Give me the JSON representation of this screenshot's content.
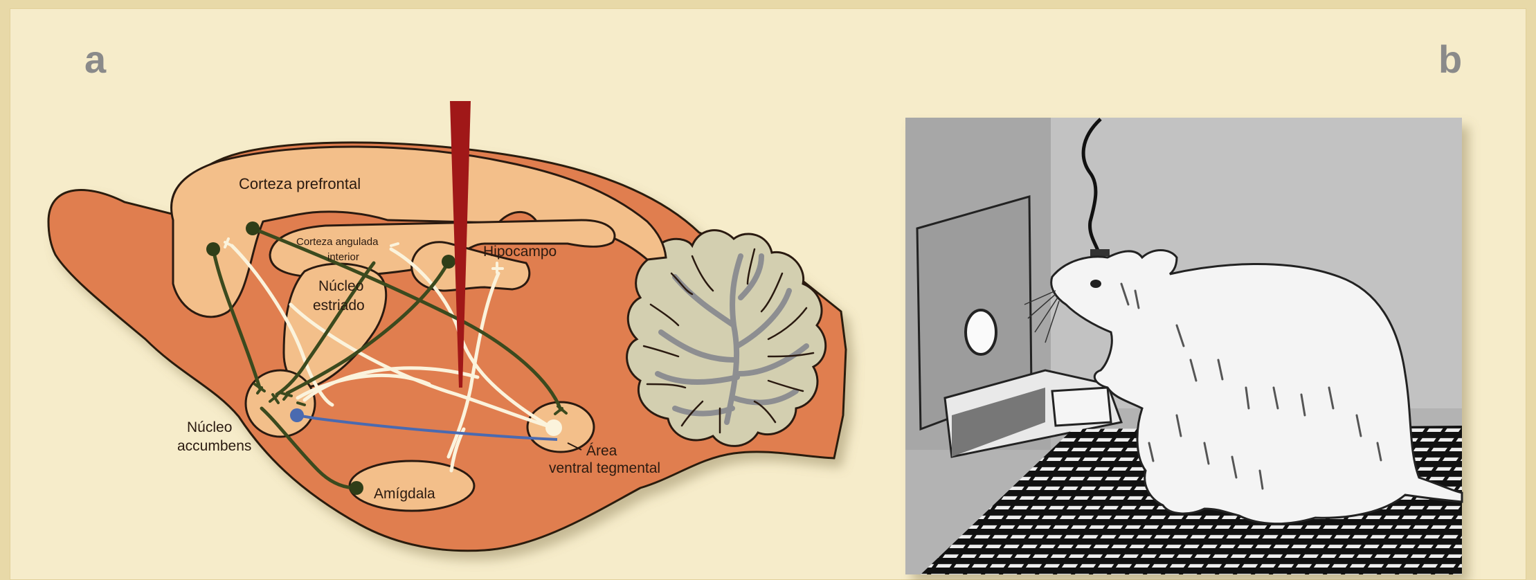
{
  "panels": {
    "a": {
      "letter": "a"
    },
    "b": {
      "letter": "b"
    }
  },
  "diagram": {
    "labels": {
      "prefrontal": "Corteza prefrontal",
      "cingulate_line1": "Corteza angulada",
      "cingulate_line2": "interior",
      "hippocampus": "Hipocampo",
      "striatum_line1": "Núcleo",
      "striatum_line2": "estriado",
      "accumbens_line1": "Núcleo",
      "accumbens_line2": "accumbens",
      "amygdala": "Amígdala",
      "vta_line1": "Área",
      "vta_line2": "ventral tegmental"
    },
    "colors": {
      "brain_body": "#e07e50",
      "regions": "#f3bf8a",
      "cerebellum": "#d3cfb0",
      "electrode": "#a01818",
      "glutamate_paths": "#3b4a1e",
      "gaba_paths": "#fbf3dc",
      "dopamine_path": "#4a6ab0"
    }
  },
  "photo": {
    "subject": "rat-pressing-lever-icon"
  }
}
